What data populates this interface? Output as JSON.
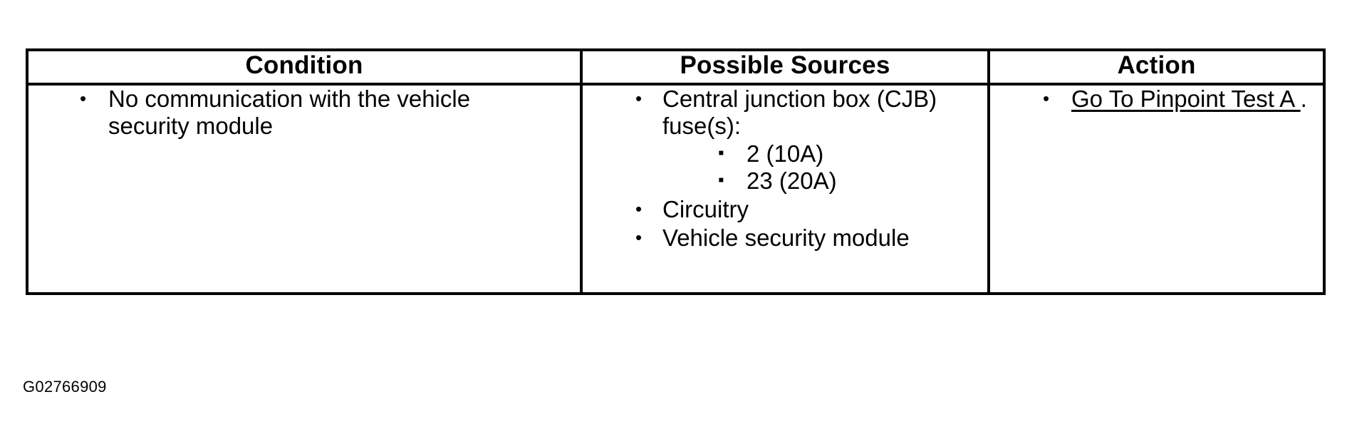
{
  "table": {
    "headers": [
      "Condition",
      "Possible Sources",
      "Action"
    ],
    "rows": [
      {
        "condition": {
          "items": [
            {
              "text": "No communication with the vehicle security module"
            }
          ]
        },
        "possible_sources": {
          "items": [
            {
              "text": "Central junction box (CJB) fuse(s):",
              "subitems": [
                {
                  "text": "2 (10A)"
                },
                {
                  "text": "23 (20A)"
                }
              ]
            },
            {
              "text": "Circuitry"
            },
            {
              "text": "Vehicle security module"
            }
          ]
        },
        "action": {
          "items": [
            {
              "link_text": "Go To Pinpoint Test A ",
              "trailing_text": "."
            }
          ]
        }
      }
    ]
  },
  "caption": "G02766909",
  "colors": {
    "border": "#000000",
    "text": "#000000",
    "background": "#ffffff"
  }
}
